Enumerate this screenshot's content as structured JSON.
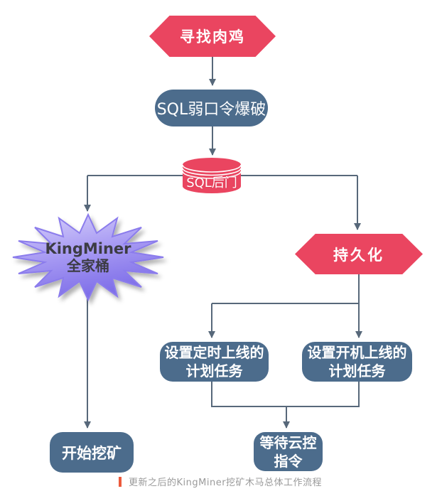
{
  "diagram_caption": "更新之后的KingMiner挖矿木马总体工作流程",
  "nodes": {
    "find_bots": {
      "label": "寻找肉鸡",
      "shape": "hexagon",
      "color": "#ea4560"
    },
    "sql_brute": {
      "label": "SQL弱口令爆破",
      "shape": "rounded-rect",
      "color": "#4c6c8c"
    },
    "sql_backdoor": {
      "label": "SQL后门",
      "shape": "database-cylinder",
      "color": "#ea4560"
    },
    "kingminer": {
      "line1": "KingMiner",
      "line2": "全家桶",
      "shape": "starburst",
      "color": "#8f7fee"
    },
    "persistence": {
      "label": "持久化",
      "shape": "hexagon",
      "color": "#ea4560"
    },
    "task_timed": {
      "line1": "设置定时上线的",
      "line2": "计划任务",
      "shape": "rounded-rect",
      "color": "#4c6c8c"
    },
    "task_boot": {
      "line1": "设置开机上线的",
      "line2": "计划任务",
      "shape": "rounded-rect",
      "color": "#4c6c8c"
    },
    "start_mining": {
      "label": "开始挖矿",
      "shape": "rounded-rect",
      "color": "#4c6c8c"
    },
    "wait_c2": {
      "line1": "等待云控",
      "line2": "指令",
      "shape": "rounded-rect",
      "color": "#4c6c8c"
    }
  },
  "edges": [
    {
      "from": "find_bots",
      "to": "sql_brute"
    },
    {
      "from": "sql_brute",
      "to": "sql_backdoor"
    },
    {
      "from": "sql_backdoor",
      "to": "kingminer"
    },
    {
      "from": "sql_backdoor",
      "to": "persistence"
    },
    {
      "from": "persistence",
      "to": "task_timed"
    },
    {
      "from": "persistence",
      "to": "task_boot"
    },
    {
      "from": "task_timed",
      "to": "wait_c2"
    },
    {
      "from": "task_boot",
      "to": "wait_c2"
    },
    {
      "from": "kingminer",
      "to": "start_mining"
    }
  ],
  "colors": {
    "node_red": "#ea4560",
    "node_slate": "#4c6c8c",
    "connector": "#57687a",
    "star_light": "#d9d3fb",
    "star_dark": "#7f6fe9",
    "caption_bar": "#ec5a3c",
    "caption_text": "#9a9a9a"
  }
}
